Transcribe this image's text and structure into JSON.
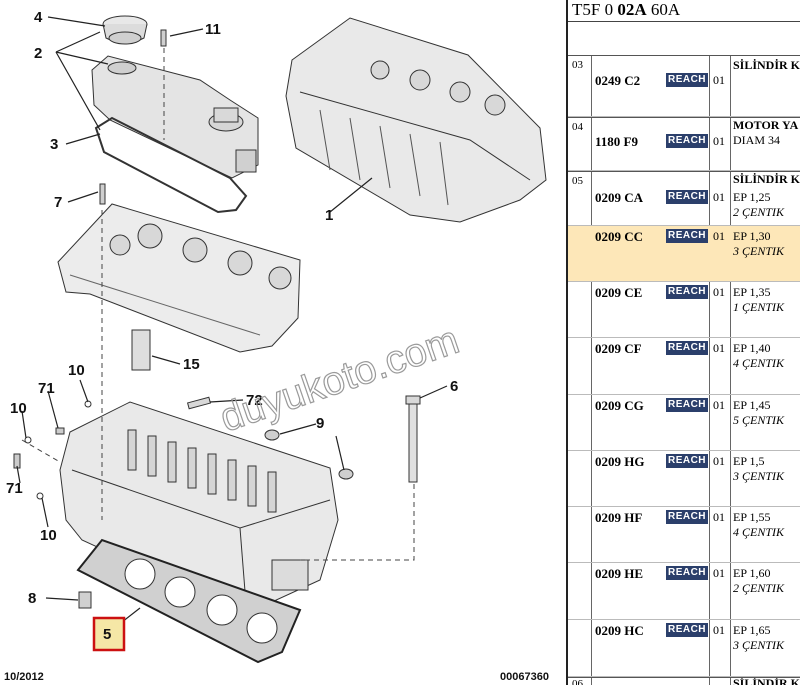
{
  "diagram": {
    "date": "10/2012",
    "ref": "00067360",
    "watermark": "duyukoto.com",
    "callouts": [
      "4",
      "2",
      "3",
      "7",
      "11",
      "1",
      "15",
      "10",
      "71",
      "10",
      "71",
      "10",
      "72",
      "6",
      "9",
      "8",
      "5"
    ]
  },
  "panel": {
    "header_pre": "T5F 0 ",
    "header_bold": "02A",
    "header_post": " 60A",
    "rows": [
      {
        "group": "03",
        "code": "0249 C2",
        "badge": "REACH",
        "qty": "01",
        "desc": "SİLİNDİR K",
        "sub": ""
      },
      {
        "group": "04",
        "code": "1180 F9",
        "badge": "REACH",
        "qty": "01",
        "desc": "MOTOR YA",
        "sub": "DIAM 34"
      },
      {
        "group": "05",
        "code": "0209 CA",
        "badge": "REACH",
        "qty": "01",
        "desc": "SİLİNDİR K",
        "sub": "EP 1,25",
        "sub2": "2 ÇENTIK"
      },
      {
        "group": "",
        "code": "0209 CC",
        "badge": "REACH",
        "qty": "01",
        "desc": "",
        "sub": "EP 1,30",
        "sub2": "3 ÇENTIK"
      },
      {
        "group": "",
        "code": "0209 CE",
        "badge": "REACH",
        "qty": "01",
        "desc": "",
        "sub": "EP 1,35",
        "sub2": "1 ÇENTIK"
      },
      {
        "group": "",
        "code": "0209 CF",
        "badge": "REACH",
        "qty": "01",
        "desc": "",
        "sub": "EP 1,40",
        "sub2": "4 ÇENTIK"
      },
      {
        "group": "",
        "code": "0209 CG",
        "badge": "REACH",
        "qty": "01",
        "desc": "",
        "sub": "EP 1,45",
        "sub2": "5 ÇENTIK"
      },
      {
        "group": "",
        "code": "0209 HG",
        "badge": "REACH",
        "qty": "01",
        "desc": "",
        "sub": "EP 1,5",
        "sub2": "3 ÇENTIK"
      },
      {
        "group": "",
        "code": "0209 HF",
        "badge": "REACH",
        "qty": "01",
        "desc": "",
        "sub": "EP 1,55",
        "sub2": "4 ÇENTIK"
      },
      {
        "group": "",
        "code": "0209 HE",
        "badge": "REACH",
        "qty": "01",
        "desc": "",
        "sub": "EP 1,60",
        "sub2": "2 ÇENTIK"
      },
      {
        "group": "",
        "code": "0209 HC",
        "badge": "REACH",
        "qty": "01",
        "desc": "",
        "sub": "EP 1,65",
        "sub2": "3 ÇENTIK"
      },
      {
        "group": "06",
        "code": "",
        "badge": "",
        "qty": "",
        "desc": "SİLİNDİR K",
        "sub": ""
      }
    ]
  }
}
